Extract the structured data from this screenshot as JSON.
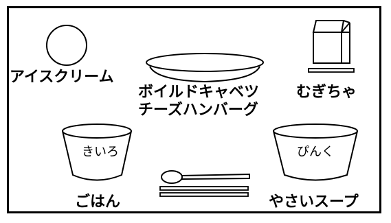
{
  "labels": {
    "ice_cream": "アイスクリーム",
    "cabbage_line1": "ボイルドキャベツ",
    "cabbage_line2": "チーズハンバーグ",
    "barley_tea": "むぎちゃ",
    "rice": "ごはん",
    "soup": "やさいスープ"
  },
  "bowl_labels": {
    "rice_bowl": "きいろ",
    "soup_bowl": "ぴんく"
  },
  "icons": {
    "ice_cream": "circle-plate-icon",
    "hamburger_plate": "oval-plate-icon",
    "milk_carton": "milk-carton-icon",
    "straw": "straw-icon",
    "rice_bowl": "bowl-icon",
    "soup_bowl": "bowl-icon",
    "spoon": "spoon-icon",
    "chopsticks": "chopsticks-icon"
  },
  "colors": {
    "line": "#000000",
    "background": "#ffffff"
  }
}
